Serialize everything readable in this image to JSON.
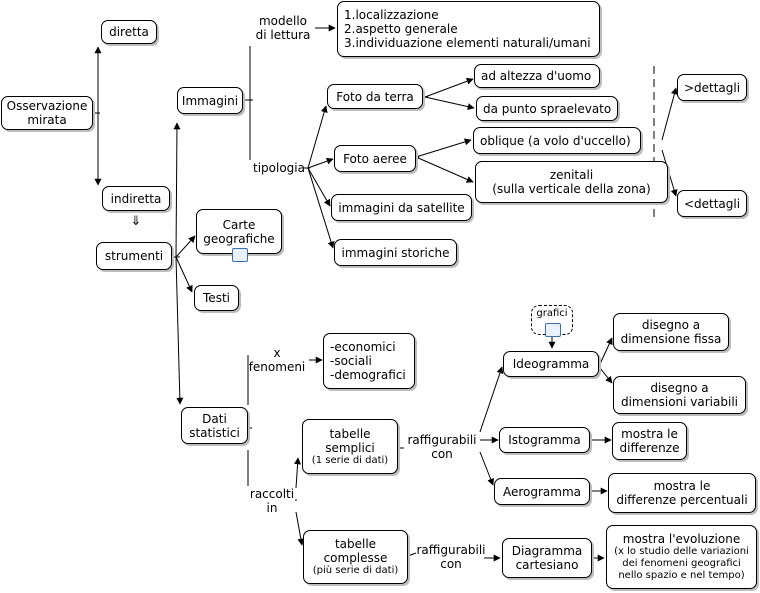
{
  "nodes": {
    "osservazione": "Osservazione\nmirata",
    "diretta": "diretta",
    "indiretta": "indiretta",
    "double_arrow": "⇓",
    "strumenti": "strumenti",
    "immagini": "Immagini",
    "modello": "modello\ndi lettura",
    "modello_list": "1.localizzazione\n2.aspetto generale\n3.individuazione elementi naturali/umani",
    "tipologia": "tipologia",
    "foto_terra": "Foto da terra",
    "altezza_uomo": "ad altezza d'uomo",
    "sopraelevato": "da punto spraelevato",
    "foto_aeree": "Foto aeree",
    "oblique": "oblique (a volo d'uccello)",
    "zenitali": "zenitali\n(sulla verticale della zona)",
    "piu_dettagli": ">dettagli",
    "meno_dettagli": "<dettagli",
    "satellite": "immagini da satellite",
    "storiche": "immagini storiche",
    "carte": "Carte\ngeografiche",
    "testi": "Testi",
    "dati": "Dati\nstatistici",
    "x_fenomeni": "x\nfenomeni",
    "fenomeni_list": "-economici\n-sociali\n-demografici",
    "raccolti": "raccolti\nin",
    "tab_semplici": "tabelle\nsemplici",
    "tab_semplici_sub": "(1 serie di dati)",
    "raff1": "raffigurabili\ncon",
    "ideogramma": "Ideogramma",
    "grafici": "grafici",
    "dim_fissa": "disegno a\ndimensione fissa",
    "dim_variabili": "disegno a\ndimensioni variabili",
    "istogramma": "Istogramma",
    "differenze": "mostra le\ndifferenze",
    "aerogramma": "Aerogramma",
    "diff_perc": "mostra le\ndifferenze percentuali",
    "tab_complesse": "tabelle\ncomplesse",
    "tab_complesse_sub": "(più serie di dati)",
    "raff2": "raffigurabili\ncon",
    "cartesiano": "Diagramma\ncartesiano",
    "evoluzione": "mostra l'evoluzione",
    "evoluzione_sub": "(x lo studio delle variazioni\ndei fenomeni geografici\nnello spazio e nel tempo)"
  }
}
